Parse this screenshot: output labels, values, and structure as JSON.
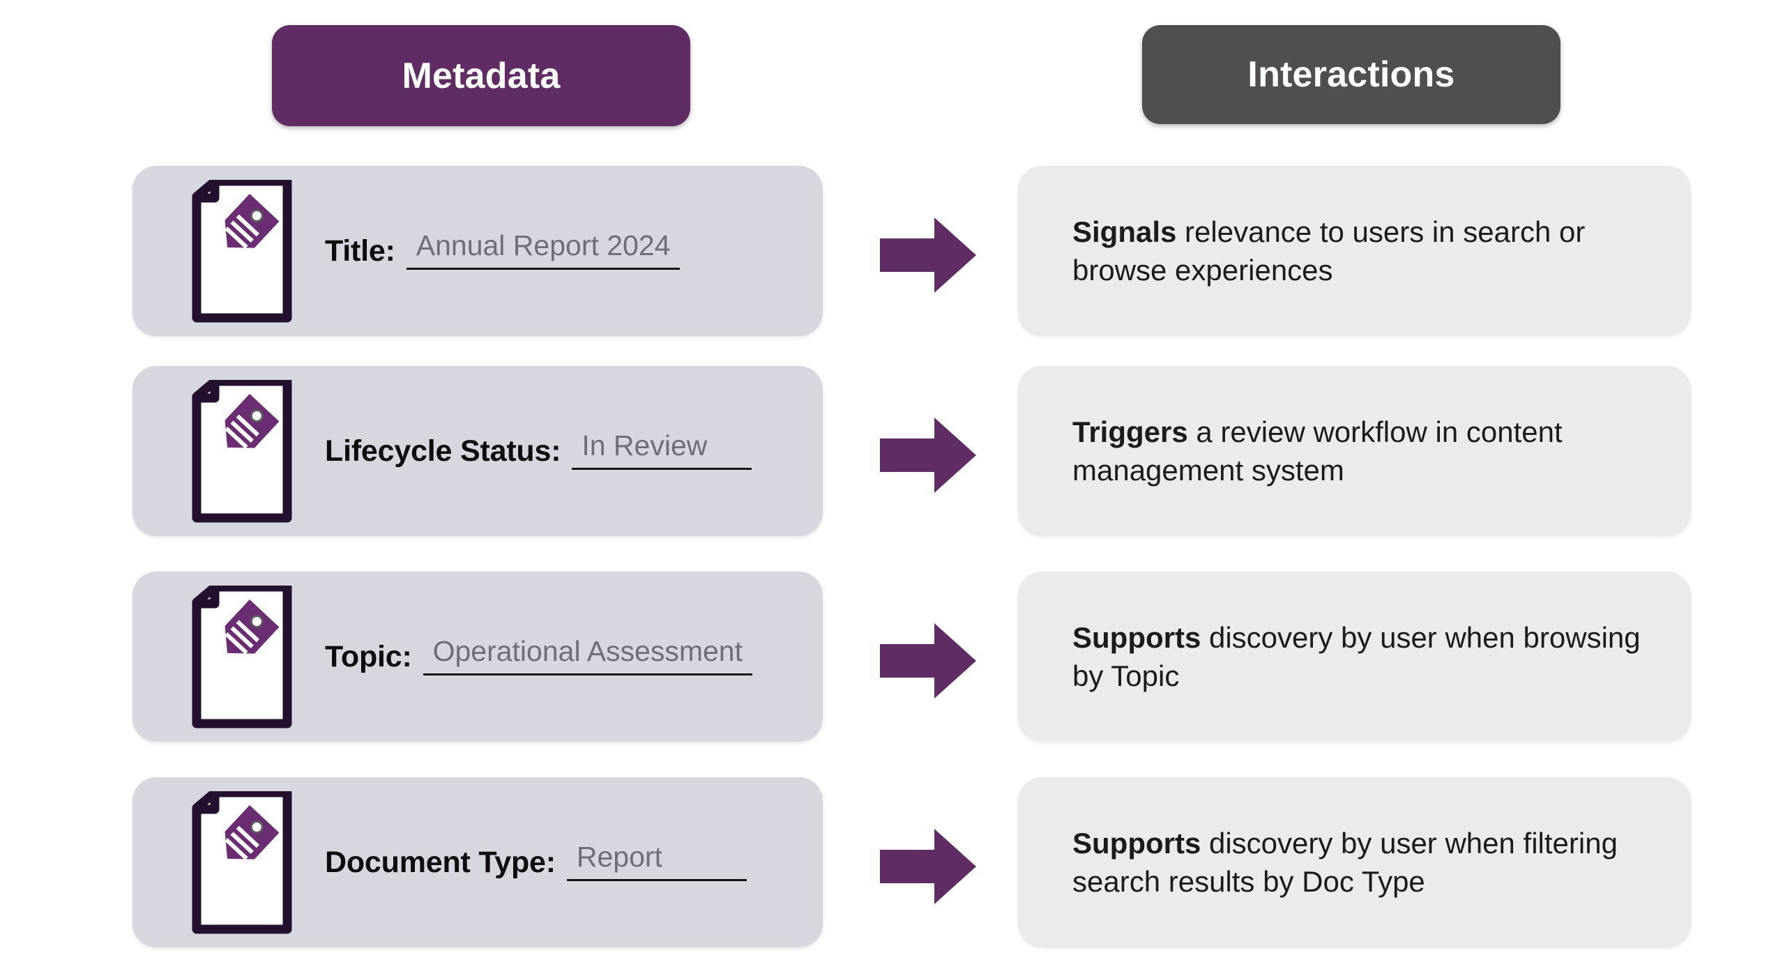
{
  "headers": {
    "left": {
      "label": "Metadata",
      "color": "#5f2c64"
    },
    "right": {
      "label": "Interactions",
      "color": "#504e4e"
    }
  },
  "colors": {
    "purple": "#5f2c64",
    "dark_gray": "#504e4e",
    "meta_card_bg": "#d7d7e0",
    "interaction_card_bg": "#ebebeb",
    "doc_outline": "#22102e",
    "tag_purple": "#6b2d72",
    "arrow_purple": "#5f2c64",
    "value_text": "#6e6e76"
  },
  "rows": [
    {
      "icon": "document-tag-icon",
      "field_label": "Title:",
      "field_value": "Annual Report 2024",
      "arrow": "right-arrow-icon",
      "interaction_bold": "Signals",
      "interaction_rest": " relevance to users in search or browse experiences"
    },
    {
      "icon": "document-tag-icon",
      "field_label": "Lifecycle Status:",
      "field_value": "In Review",
      "arrow": "right-arrow-icon",
      "interaction_bold": "Triggers",
      "interaction_rest": " a review workflow in content management system"
    },
    {
      "icon": "document-tag-icon",
      "field_label": "Topic:",
      "field_value": "Operational Assessment",
      "arrow": "right-arrow-icon",
      "interaction_bold": "Supports",
      "interaction_rest": " discovery by user when browsing by Topic"
    },
    {
      "icon": "document-tag-icon",
      "field_label": "Document Type:",
      "field_value": "Report",
      "arrow": "right-arrow-icon",
      "interaction_bold": "Supports",
      "interaction_rest": " discovery by user when filtering search results by Doc Type"
    }
  ]
}
